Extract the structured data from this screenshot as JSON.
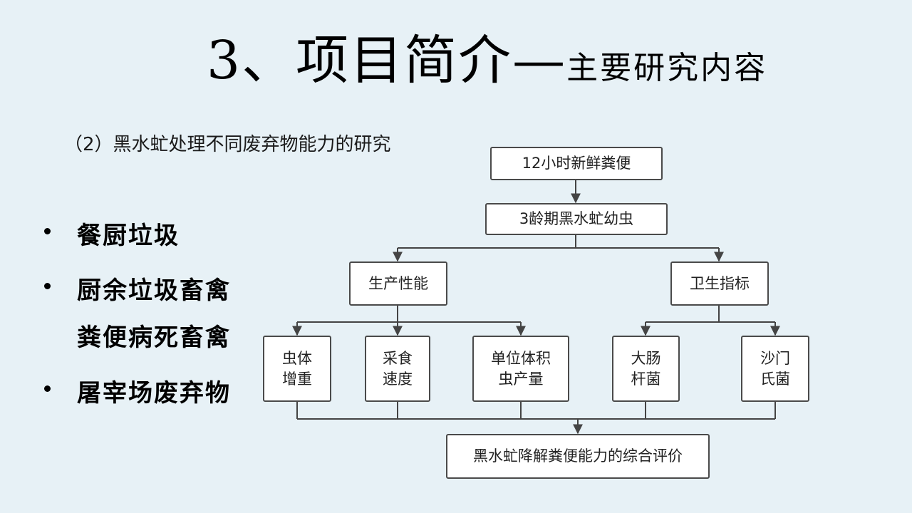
{
  "title": {
    "main": "3、项目简介—",
    "sub": "主要研究内容"
  },
  "subtitle": "（2）黑水虻处理不同废弃物能力的研究",
  "bullets": [
    {
      "text": "餐厨垃圾",
      "has_dot": true
    },
    {
      "text": "厨余垃圾畜禽",
      "has_dot": true
    },
    {
      "text": "粪便病死畜禽",
      "has_dot": false
    },
    {
      "text": "屠宰场废弃物",
      "has_dot": true
    }
  ],
  "flowchart": {
    "top": "12小时新鲜粪便",
    "larvae": "3龄期黑水虻幼虫",
    "left_branch": "生产性能",
    "right_branch": "卫生指标",
    "metrics": [
      "虫体\n增重",
      "采食\n速度",
      "单位体积\n虫产量",
      "大肠\n杆菌",
      "沙门\n氏菌"
    ],
    "result": "黑水虻降解粪便能力的综合评价"
  },
  "colors": {
    "background": "#e7f1f6",
    "box_border": "#4a4a4a",
    "line": "#444444"
  }
}
